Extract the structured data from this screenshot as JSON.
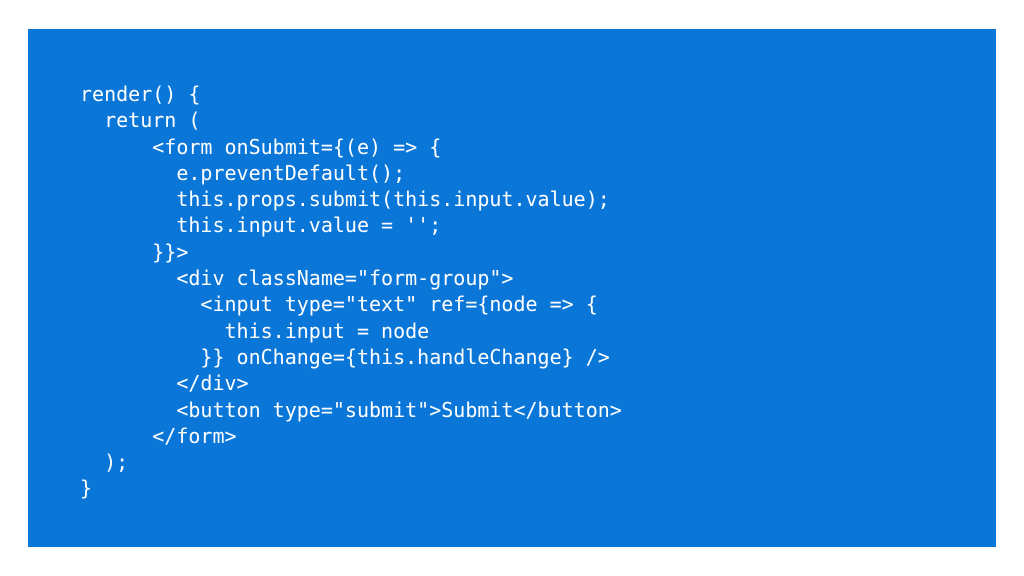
{
  "colors": {
    "background": "#ffffff",
    "panel": "#0a76d8",
    "text": "#ffffff"
  },
  "code": {
    "lines": [
      "render() {",
      "  return (",
      "      <form onSubmit={(e) => {",
      "        e.preventDefault();",
      "        this.props.submit(this.input.value);",
      "        this.input.value = '';",
      "      }}>",
      "        <div className=\"form-group\">",
      "          <input type=\"text\" ref={node => {",
      "            this.input = node",
      "          }} onChange={this.handleChange} />",
      "        </div>",
      "        <button type=\"submit\">Submit</button>",
      "      </form>",
      "  );",
      "}"
    ]
  }
}
